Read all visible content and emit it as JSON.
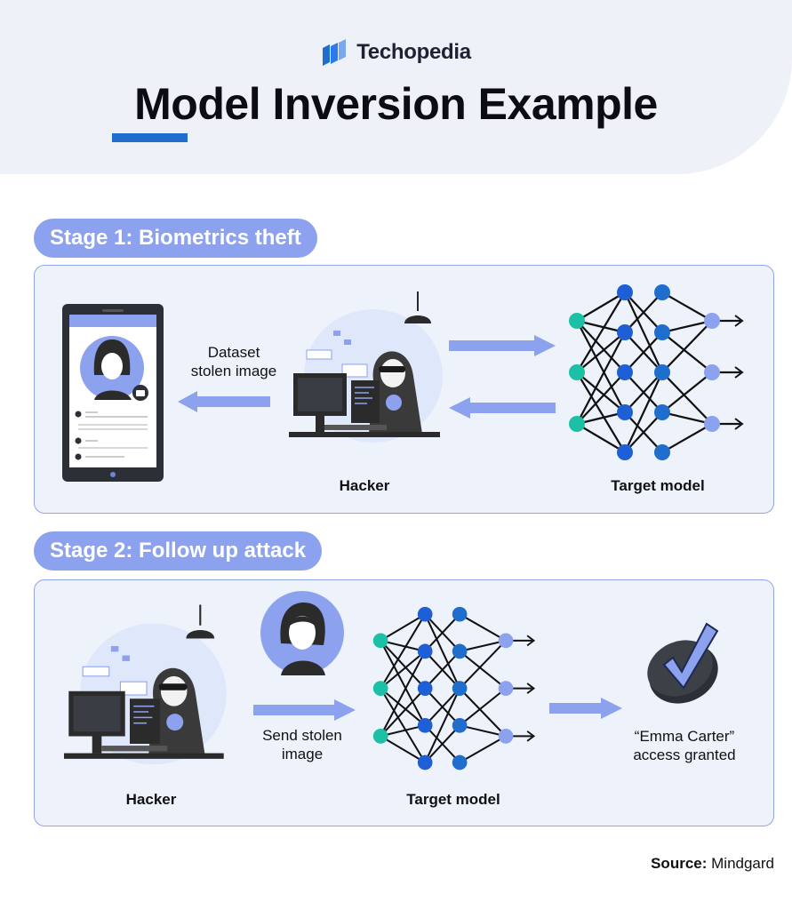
{
  "brand": {
    "name": "Techopedia"
  },
  "title": "Model Inversion Example",
  "stage1": {
    "pill": "Stage 1: Biometrics theft",
    "dataset_label_line1": "Dataset",
    "dataset_label_line2": "stolen image",
    "hacker_label": "Hacker",
    "model_label": "Target model"
  },
  "stage2": {
    "pill": "Stage 2: Follow up attack",
    "send_label_line1": "Send stolen",
    "send_label_line2": "image",
    "access_line1": "“Emma Carter”",
    "access_line2": "access granted",
    "hacker_label": "Hacker",
    "model_label": "Target model"
  },
  "source": {
    "label": "Source:",
    "value": "Mindgard"
  },
  "colors": {
    "accent_blue": "#1f6dcc",
    "pill_blue": "#8ca2ee",
    "panel_bg": "#eef2fb",
    "node_teal": "#1cc0a5",
    "node_blue": "#1f5fd6",
    "node_light": "#8ca2ee",
    "arrow_blue": "#8ca2ee"
  },
  "icons": [
    "techopedia-logo",
    "phone-icon",
    "hacker-illustration",
    "neural-network-icon",
    "face-icon",
    "checkmark-icon",
    "arrow-icon"
  ]
}
